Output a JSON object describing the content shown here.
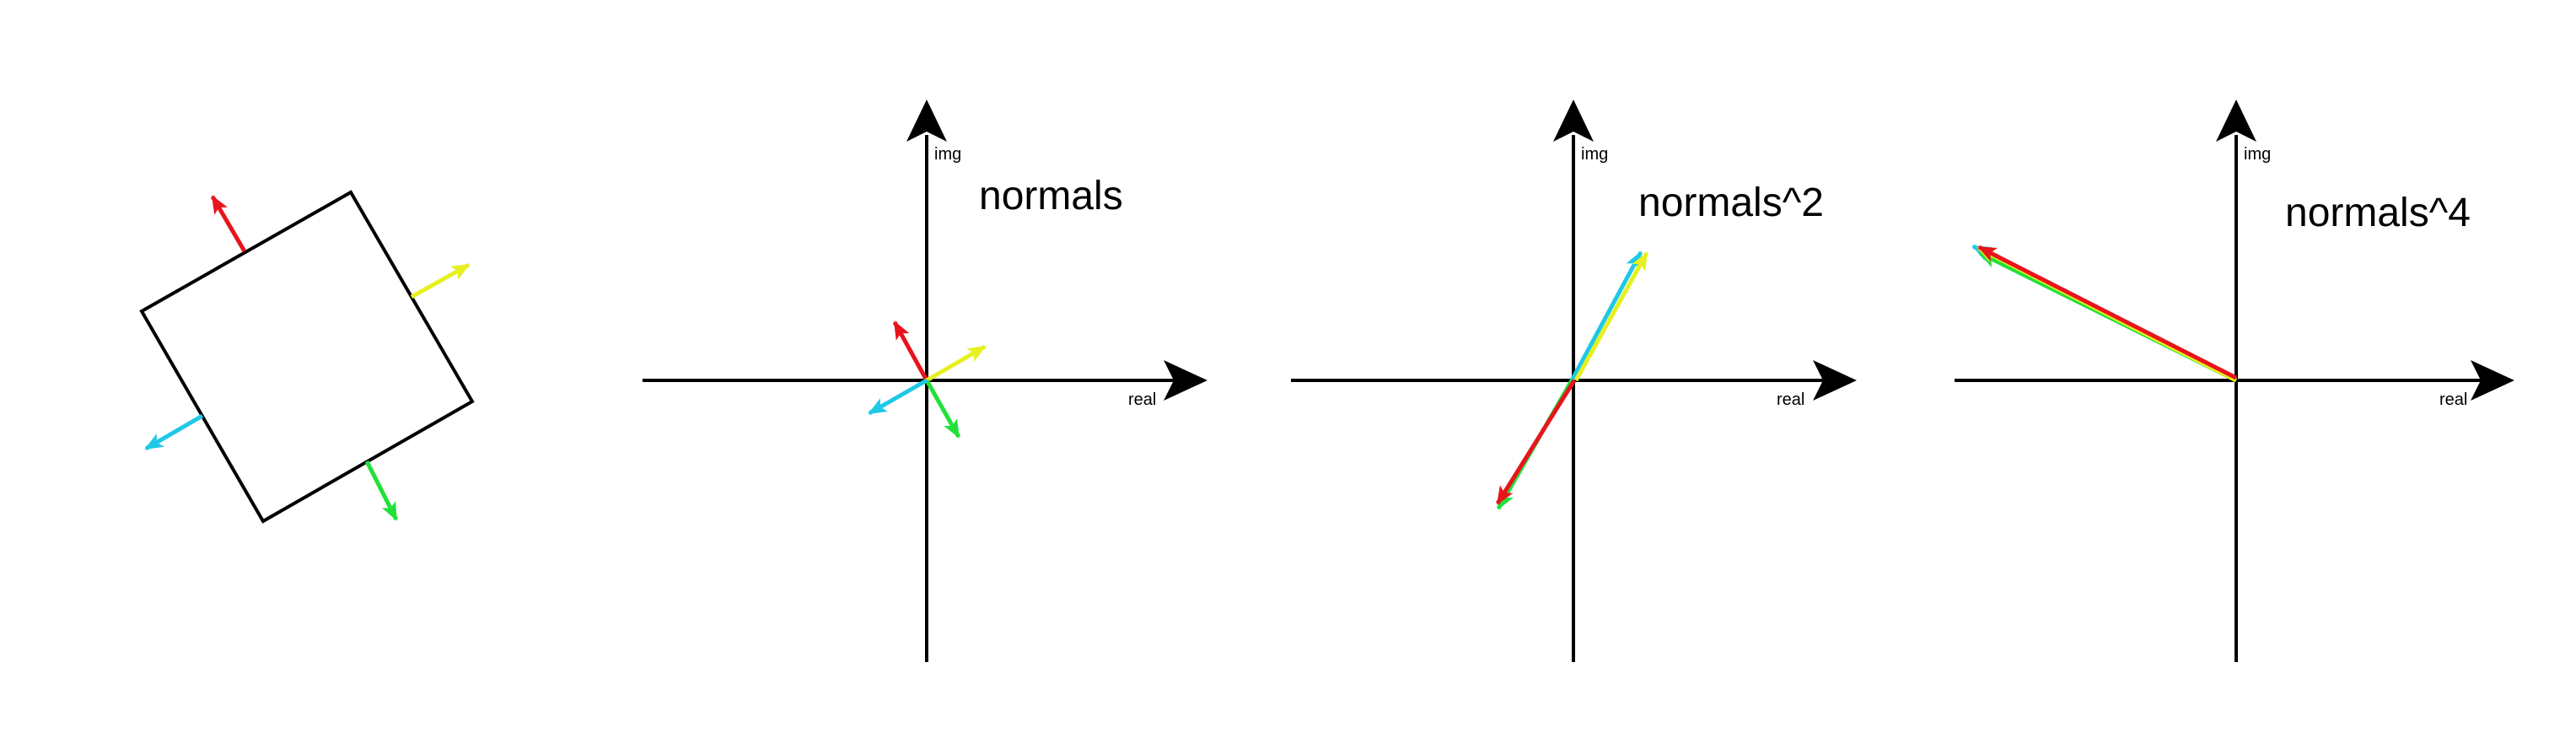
{
  "colors": {
    "background": "#ffffff",
    "axis": "#000000",
    "red": "#e8141c",
    "yellow": "#e6f01e",
    "green": "#22e03a",
    "cyan": "#1ec8e6"
  },
  "panels": [
    {
      "title": "normals",
      "xlabel": "real",
      "ylabel": "img",
      "vectors": [
        {
          "color": "red",
          "dx": -0.5,
          "dy": 0.866
        },
        {
          "color": "yellow",
          "dx": 0.866,
          "dy": 0.5
        },
        {
          "color": "green",
          "dx": 0.5,
          "dy": -0.866
        },
        {
          "color": "cyan",
          "dx": -0.866,
          "dy": -0.5
        }
      ]
    },
    {
      "title": "normals^2",
      "xlabel": "real",
      "ylabel": "img",
      "vectors": [
        {
          "color": "cyan",
          "dx": 0.5,
          "dy": 0.866
        },
        {
          "color": "yellow",
          "dx": 0.5,
          "dy": 0.866
        },
        {
          "color": "green",
          "dx": -0.5,
          "dy": -0.866
        },
        {
          "color": "red",
          "dx": -0.5,
          "dy": -0.866
        }
      ]
    },
    {
      "title": "normals^4",
      "xlabel": "real",
      "ylabel": "img",
      "vectors": [
        {
          "color": "cyan",
          "dx": -0.866,
          "dy": 0.5
        },
        {
          "color": "green",
          "dx": -0.866,
          "dy": 0.5
        },
        {
          "color": "yellow",
          "dx": -0.866,
          "dy": 0.5
        },
        {
          "color": "red",
          "dx": -0.866,
          "dy": 0.5
        }
      ]
    }
  ]
}
